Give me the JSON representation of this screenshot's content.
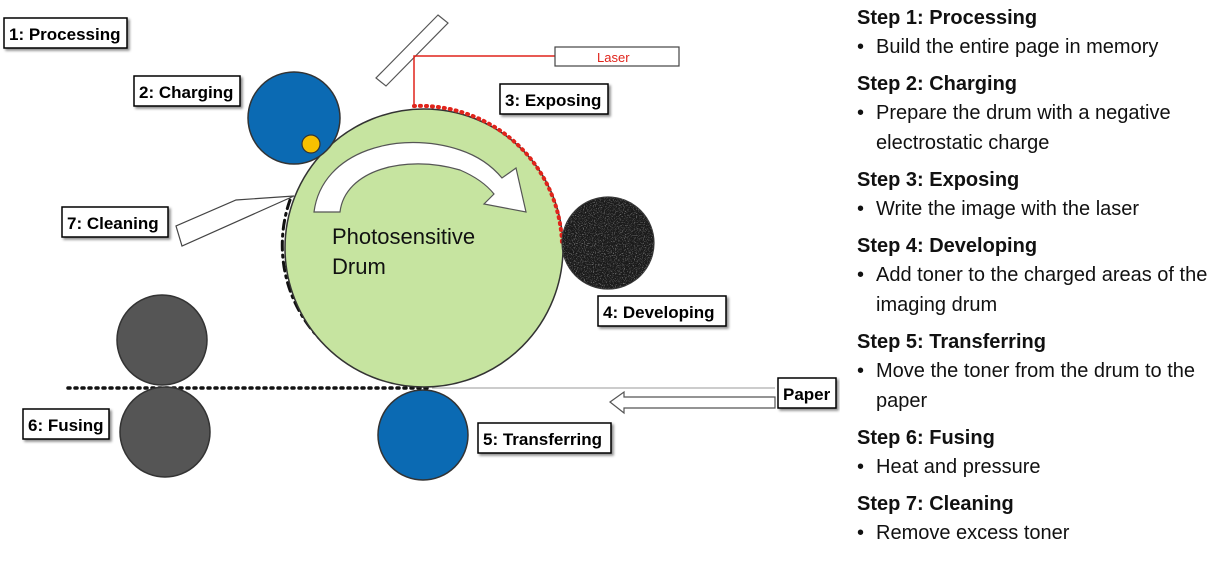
{
  "diagram": {
    "drum_label_line1": "Photosensitive",
    "drum_label_line2": "Drum",
    "laser_label": "Laser",
    "paper_label": "Paper",
    "stages": {
      "processing": "1: Processing",
      "charging": "2: Charging",
      "exposing": "3: Exposing",
      "developing": "4: Developing",
      "transferring": "5: Transferring",
      "fusing": "6: Fusing",
      "cleaning": "7: Cleaning"
    },
    "colors": {
      "drum_fill": "#c6e4a0",
      "roller_blue": "#0b6ab3",
      "charge_dot": "#f7c000",
      "laser_red": "#e0241b",
      "toner_black": "#1b1b1b",
      "fuser_gray": "#555555"
    }
  },
  "steps": [
    {
      "title": "Step 1: Processing",
      "bullet": "•",
      "desc": "Build the entire page in memory"
    },
    {
      "title": "Step 2: Charging",
      "bullet": "•",
      "desc": "Prepare the drum with a negative electrostatic charge"
    },
    {
      "title": "Step 3: Exposing",
      "bullet": "•",
      "desc": "Write the image with the laser"
    },
    {
      "title": "Step 4: Developing",
      "bullet": "•",
      "desc": "Add toner to the charged areas of the imaging drum"
    },
    {
      "title": "Step 5: Transferring",
      "bullet": "•",
      "desc": "Move the toner from the drum to the paper"
    },
    {
      "title": "Step 6: Fusing",
      "bullet": "•",
      "desc": "Heat and pressure"
    },
    {
      "title": "Step 7: Cleaning",
      "bullet": "•",
      "desc": "Remove excess toner"
    }
  ]
}
